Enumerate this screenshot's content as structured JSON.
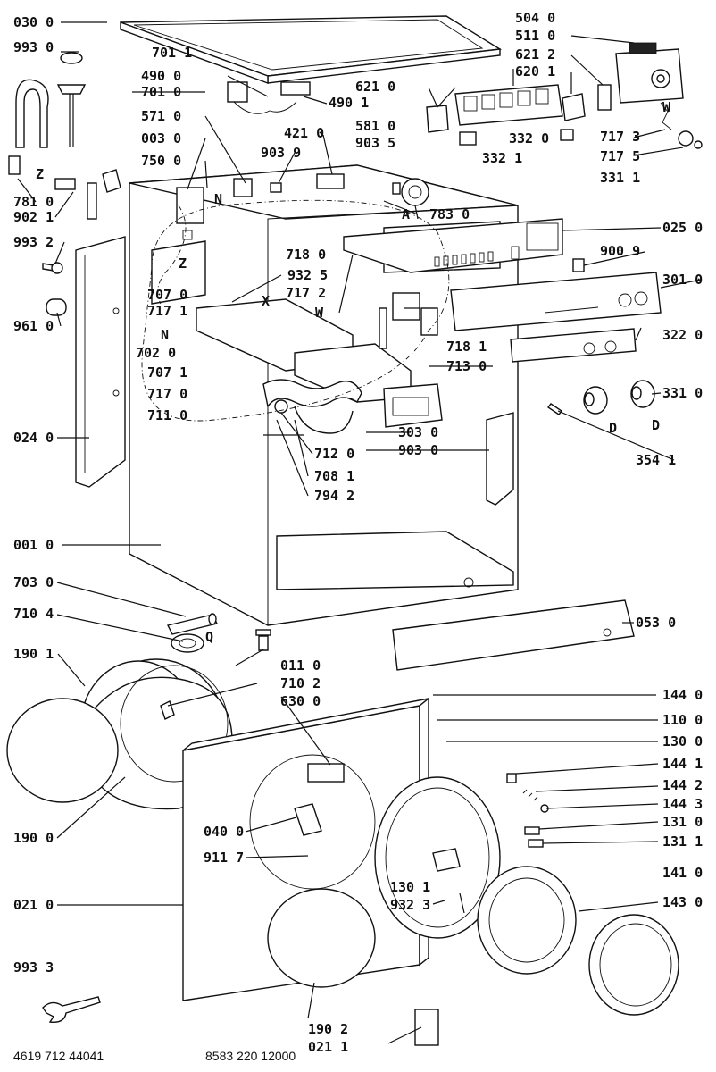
{
  "part_labels": {
    "p030_0": "030 0",
    "p993_0": "993 0",
    "p701_1": "701 1",
    "p490_0": "490 0",
    "p701_0": "701 0",
    "p490_1": "490 1",
    "p571_0": "571 0",
    "p421_0": "421 0",
    "p003_0": "003 0",
    "p903_9": "903 9",
    "p750_0": "750 0",
    "p781_0": "781 0",
    "p902_1": "902 1",
    "p993_2": "993 2",
    "p961_0": "961 0",
    "p707_0": "707 0",
    "p717_1": "717 1",
    "p932_5": "932 5",
    "p717_2": "717 2",
    "p718_0": "718 0",
    "p702_0": "702 0",
    "p707_1": "707 1",
    "p717_0": "717 0",
    "p711_0": "711 0",
    "p024_0": "024 0",
    "p712_0": "712 0",
    "p708_1": "708 1",
    "p794_2": "794 2",
    "p303_0": "303 0",
    "p903_0": "903 0",
    "p001_0": "001 0",
    "p703_0": "703 0",
    "p710_4": "710 4",
    "p011_0": "011 0",
    "p710_2": "710 2",
    "p630_0": "630 0",
    "p190_1": "190 1",
    "p190_0": "190 0",
    "p040_0": "040 0",
    "p911_7": "911 7",
    "p021_0": "021 0",
    "p993_3": "993 3",
    "p190_2": "190 2",
    "p021_1": "021 1",
    "p504_0": "504 0",
    "p511_0": "511 0",
    "p621_2": "621 2",
    "p620_1": "620 1",
    "p621_0": "621 0",
    "p581_0": "581 0",
    "p332_0": "332 0",
    "p332_1": "332 1",
    "p903_5": "903 5",
    "p717_3": "717 3",
    "p717_5": "717 5",
    "p331_1": "331 1",
    "p783_0": "783 0",
    "p025_0": "025 0",
    "p900_9": "900 9",
    "p301_0": "301 0",
    "p718_1": "718 1",
    "p713_0": "713 0",
    "p322_0": "322 0",
    "p331_0": "331 0",
    "p354_1": "354 1",
    "p053_0": "053 0",
    "p144_0": "144 0",
    "p110_0": "110 0",
    "p130_0": "130 0",
    "p144_1": "144 1",
    "p144_2": "144 2",
    "p144_3": "144 3",
    "p131_0": "131 0",
    "p131_1": "131 1",
    "p141_0": "141 0",
    "p143_0": "143 0",
    "p130_1": "130 1",
    "p932_3": "932 3"
  },
  "markers": {
    "n1": "N",
    "n2": "N",
    "z1": "Z",
    "z2": "Z",
    "x1": "X",
    "w1": "W",
    "w2": "W",
    "a1": "A",
    "d1": "D",
    "d2": "D",
    "q1": "Q"
  },
  "footer": {
    "left_code": "4619 712 44041",
    "right_code": "8583 220 12000"
  }
}
